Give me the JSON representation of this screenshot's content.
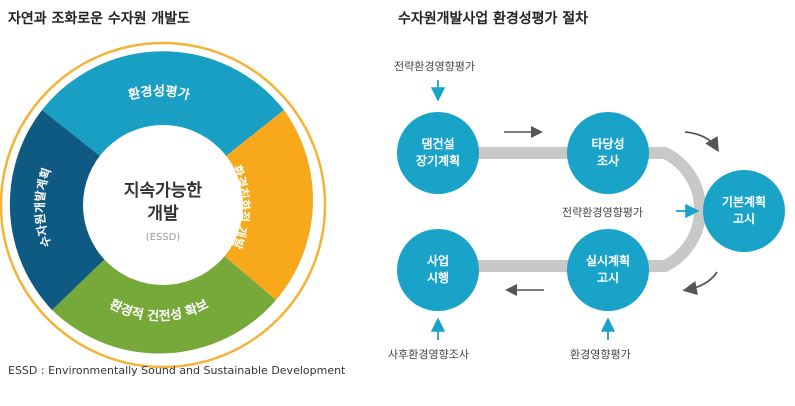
{
  "left": {
    "title": "자연과 조화로운 수자원 개발도",
    "center_line1": "지속가능한",
    "center_line2": "개발",
    "center_abbr": "(ESSD)",
    "segments": {
      "top": "환경성평가",
      "right": "환경친화적 개발",
      "bottom": "환경적 건전성 확보",
      "left": "수자원개발계획"
    },
    "footnote": "ESSD : Environmentally Sound and Sustainable Development",
    "colors": {
      "top": "#1a9fc4",
      "right": "#f7a81b",
      "bottom": "#76a93a",
      "left": "#0e5a82",
      "ring": "#f5b335"
    }
  },
  "right": {
    "title": "수자원개발사업 환경성평가 절차",
    "nodes": {
      "dam": [
        "댐건설",
        "장기계획"
      ],
      "feasibility": [
        "타당성",
        "조사"
      ],
      "basic": [
        "기본계획",
        "고시"
      ],
      "implementation": [
        "실시계획",
        "고시"
      ],
      "project": [
        "사업",
        "시행"
      ]
    },
    "labels": {
      "top_left": "전략환경영향평가",
      "middle": "전략환경영향평가",
      "bottom_left": "사후환경영향조사",
      "bottom_mid": "환경영향평가"
    },
    "colors": {
      "node": "#1aa3c8",
      "track": "#c8c8c8",
      "arrow": "#555555"
    }
  }
}
